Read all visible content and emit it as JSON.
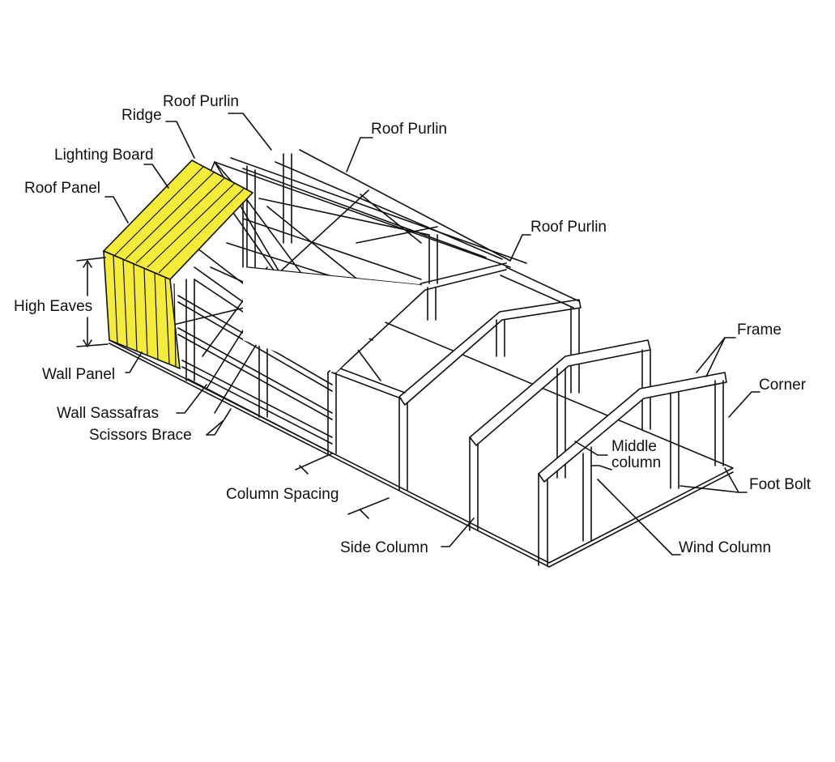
{
  "diagram": {
    "colors": {
      "panel_yellow": "#f5ec3a",
      "line": "#111111",
      "background": "#ffffff"
    },
    "labels": {
      "roof_purlin_1": "Roof Purlin",
      "ridge": "Ridge",
      "roof_purlin_2": "Roof Purlin",
      "lighting_board": "Lighting Board",
      "roof_panel": "Roof Panel",
      "roof_purlin_3": "Roof Purlin",
      "high_eaves": "High Eaves",
      "frame": "Frame",
      "corner": "Corner",
      "wall_panel": "Wall Panel",
      "wall_sassafras": "Wall Sassafras",
      "scissors_brace": "Scissors Brace",
      "middle_column_1": "Middle",
      "middle_column_2": "column",
      "foot_bolt": "Foot Bolt",
      "column_spacing": "Column Spacing",
      "side_column": "Side Column",
      "wind_column": "Wind Column"
    }
  }
}
